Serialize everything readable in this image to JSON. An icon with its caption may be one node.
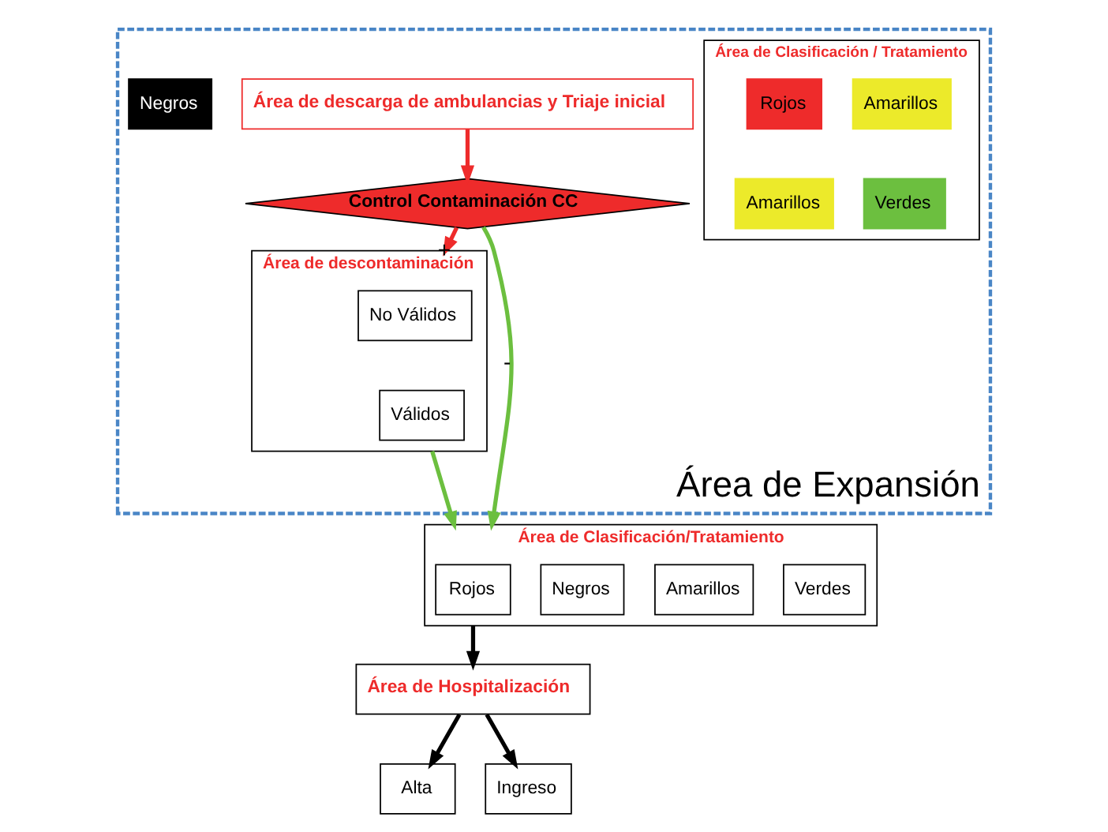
{
  "diagram": {
    "nodes": [
      {
        "text": [
          "Área de Expansión"
        ]
      },
      {
        "text": [
          "Control Contaminación CC"
        ],
        "in": 0
      },
      {
        "text": [
          "Área de descarga de ambulancias y Triaje inicial"
        ],
        "in": 0
      },
      {
        "text": [
          "Negros"
        ],
        "in": 0
      },
      {
        "text": [
          "Área de Clasificación / Tratamiento"
        ],
        "in": 0
      },
      {
        "text": [
          "Rojos"
        ],
        "in": 4
      },
      {
        "text": [
          "Amarillos"
        ],
        "in": 4
      },
      {
        "text": [
          "Amarillos"
        ],
        "in": 4
      },
      {
        "text": [
          "Verdes"
        ],
        "in": 4
      },
      {
        "text": [
          "Área de descontaminación"
        ],
        "in": 0
      },
      {
        "text": [
          "No Válidos"
        ],
        "in": 9
      },
      {
        "text": [
          "Válidos"
        ],
        "in": 9
      },
      {
        "text": [
          "Área de Clasificación/Tratamiento"
        ]
      },
      {
        "text": [
          "Rojos"
        ],
        "in": 12
      },
      {
        "text": [
          "Negros"
        ],
        "in": 12
      },
      {
        "text": [
          "Amarillos"
        ],
        "in": 12
      },
      {
        "text": [
          "Verdes"
        ],
        "in": 12
      },
      {
        "text": [
          "Área de Hospitalización"
        ]
      },
      {
        "text": [
          "Alta"
        ]
      },
      {
        "text": [
          "Ingreso"
        ]
      }
    ],
    "edges": [
      {
        "from": 2,
        "to": 1,
        "arrow": "to",
        "color": "#ee2b2b"
      },
      {
        "from": 1,
        "to": 9,
        "arrow": "to",
        "label": "+",
        "color": "#ee2b2b"
      },
      {
        "from": 1,
        "to": 12,
        "arrow": "to",
        "label": "-",
        "color": "#6cbf3f"
      },
      {
        "from": 9,
        "to": 12,
        "arrow": "to",
        "color": "#6cbf3f"
      },
      {
        "from": 12,
        "to": 17,
        "arrow": "to"
      },
      {
        "from": 17,
        "to": 18,
        "arrow": "to"
      },
      {
        "from": 17,
        "to": 19,
        "arrow": "to"
      }
    ]
  }
}
